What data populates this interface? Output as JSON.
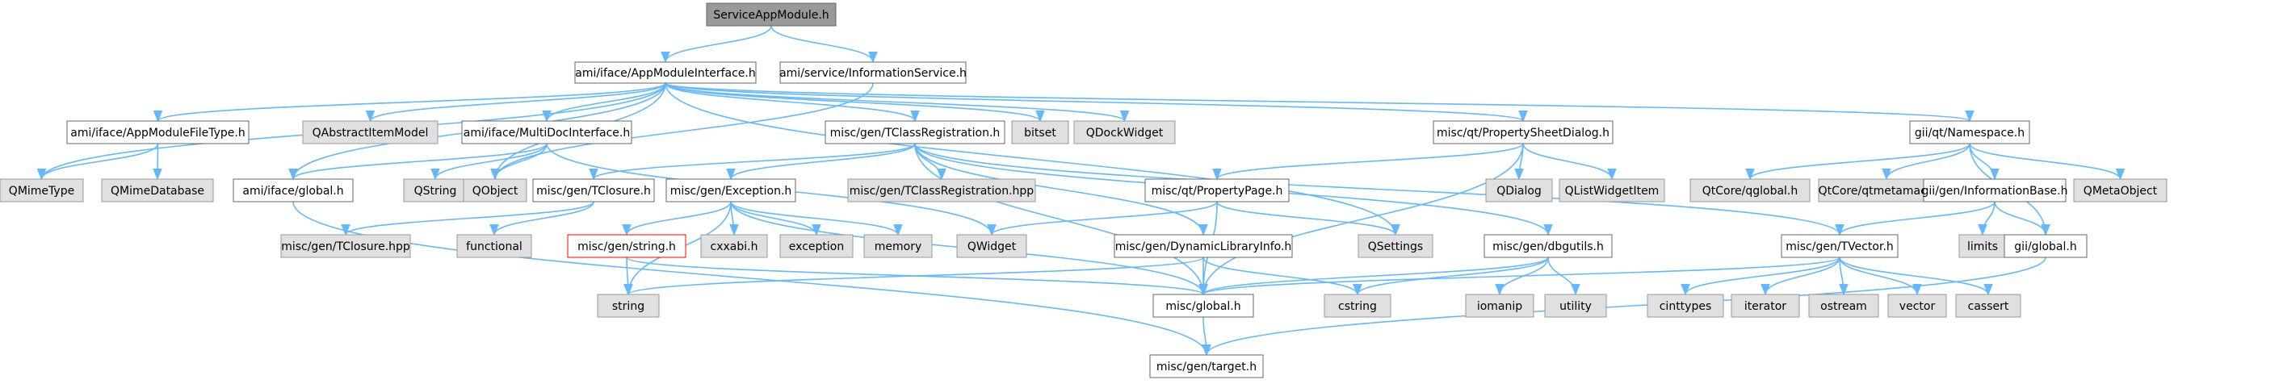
{
  "colors": {
    "edge": "#63b8ff",
    "node_fill": "#ffffff",
    "node_stroke": "#666666",
    "ext_fill": "#e0e0e0",
    "ext_stroke": "#999999",
    "root_fill": "#999999",
    "root_stroke": "#666666",
    "highlight_stroke": "#ff0000"
  },
  "nodes": [
    {
      "id": "n0",
      "label": "ServiceAppModule.h",
      "kind": "root"
    },
    {
      "id": "n1",
      "label": "ami/iface/AppModuleInterface.h",
      "kind": "node"
    },
    {
      "id": "n2",
      "label": "ami/service/InformationService.h",
      "kind": "node"
    },
    {
      "id": "n3",
      "label": "ami/iface/AppModuleFileType.h",
      "kind": "node"
    },
    {
      "id": "n4",
      "label": "QAbstractItemModel",
      "kind": "ext"
    },
    {
      "id": "n5",
      "label": "ami/iface/MultiDocInterface.h",
      "kind": "node"
    },
    {
      "id": "n6",
      "label": "misc/gen/TClassRegistration.h",
      "kind": "node"
    },
    {
      "id": "n7",
      "label": "bitset",
      "kind": "ext"
    },
    {
      "id": "n8",
      "label": "QDockWidget",
      "kind": "ext"
    },
    {
      "id": "n9",
      "label": "misc/qt/PropertySheetDialog.h",
      "kind": "node"
    },
    {
      "id": "n10",
      "label": "gii/qt/Namespace.h",
      "kind": "node"
    },
    {
      "id": "n11",
      "label": "QMimeType",
      "kind": "ext"
    },
    {
      "id": "n12",
      "label": "QMimeDatabase",
      "kind": "ext"
    },
    {
      "id": "n13",
      "label": "ami/iface/global.h",
      "kind": "node"
    },
    {
      "id": "n14",
      "label": "QString",
      "kind": "ext"
    },
    {
      "id": "n15",
      "label": "QObject",
      "kind": "ext"
    },
    {
      "id": "n16",
      "label": "misc/gen/TClosure.h",
      "kind": "node"
    },
    {
      "id": "n17",
      "label": "misc/gen/Exception.h",
      "kind": "node"
    },
    {
      "id": "n18",
      "label": "misc/gen/TClassRegistration.hpp",
      "kind": "ext"
    },
    {
      "id": "n19",
      "label": "misc/qt/PropertyPage.h",
      "kind": "node"
    },
    {
      "id": "n20",
      "label": "QDialog",
      "kind": "ext"
    },
    {
      "id": "n21",
      "label": "QListWidgetItem",
      "kind": "ext"
    },
    {
      "id": "n22",
      "label": "QtCore/qglobal.h",
      "kind": "ext"
    },
    {
      "id": "n23",
      "label": "QtCore/qtmetamacros.h",
      "kind": "ext"
    },
    {
      "id": "n24",
      "label": "gii/gen/InformationBase.h",
      "kind": "node"
    },
    {
      "id": "n25",
      "label": "QMetaObject",
      "kind": "ext"
    },
    {
      "id": "n26",
      "label": "misc/gen/TClosure.hpp",
      "kind": "ext"
    },
    {
      "id": "n27",
      "label": "functional",
      "kind": "ext"
    },
    {
      "id": "n28",
      "label": "misc/gen/string.h",
      "kind": "highlight"
    },
    {
      "id": "n29",
      "label": "cxxabi.h",
      "kind": "ext"
    },
    {
      "id": "n30",
      "label": "exception",
      "kind": "ext"
    },
    {
      "id": "n31",
      "label": "memory",
      "kind": "ext"
    },
    {
      "id": "n32",
      "label": "QWidget",
      "kind": "ext"
    },
    {
      "id": "n33",
      "label": "misc/gen/DynamicLibraryInfo.h",
      "kind": "node"
    },
    {
      "id": "n34",
      "label": "QSettings",
      "kind": "ext"
    },
    {
      "id": "n35",
      "label": "misc/gen/dbgutils.h",
      "kind": "node"
    },
    {
      "id": "n36",
      "label": "misc/gen/TVector.h",
      "kind": "node"
    },
    {
      "id": "n37",
      "label": "limits",
      "kind": "ext"
    },
    {
      "id": "n38",
      "label": "gii/global.h",
      "kind": "node"
    },
    {
      "id": "n39",
      "label": "string",
      "kind": "ext"
    },
    {
      "id": "n40",
      "label": "misc/global.h",
      "kind": "node"
    },
    {
      "id": "n41",
      "label": "cstring",
      "kind": "ext"
    },
    {
      "id": "n42",
      "label": "iomanip",
      "kind": "ext"
    },
    {
      "id": "n43",
      "label": "utility",
      "kind": "ext"
    },
    {
      "id": "n44",
      "label": "cinttypes",
      "kind": "ext"
    },
    {
      "id": "n45",
      "label": "iterator",
      "kind": "ext"
    },
    {
      "id": "n46",
      "label": "ostream",
      "kind": "ext"
    },
    {
      "id": "n47",
      "label": "vector",
      "kind": "ext"
    },
    {
      "id": "n48",
      "label": "cassert",
      "kind": "ext"
    },
    {
      "id": "n49",
      "label": "misc/gen/target.h",
      "kind": "node"
    }
  ],
  "edges": [
    [
      "n0",
      "n1"
    ],
    [
      "n0",
      "n2"
    ],
    [
      "n1",
      "n3"
    ],
    [
      "n1",
      "n4"
    ],
    [
      "n1",
      "n5"
    ],
    [
      "n1",
      "n6"
    ],
    [
      "n1",
      "n7"
    ],
    [
      "n1",
      "n8"
    ],
    [
      "n1",
      "n9"
    ],
    [
      "n1",
      "n10"
    ],
    [
      "n1",
      "n11"
    ],
    [
      "n1",
      "n13"
    ],
    [
      "n1",
      "n15"
    ],
    [
      "n1",
      "n34"
    ],
    [
      "n2",
      "n15"
    ],
    [
      "n3",
      "n11"
    ],
    [
      "n3",
      "n12"
    ],
    [
      "n5",
      "n13"
    ],
    [
      "n5",
      "n14"
    ],
    [
      "n5",
      "n15"
    ],
    [
      "n5",
      "n32"
    ],
    [
      "n6",
      "n16"
    ],
    [
      "n6",
      "n17"
    ],
    [
      "n6",
      "n18"
    ],
    [
      "n6",
      "n33"
    ],
    [
      "n6",
      "n35"
    ],
    [
      "n6",
      "n36"
    ],
    [
      "n6",
      "n40"
    ],
    [
      "n9",
      "n19"
    ],
    [
      "n9",
      "n20"
    ],
    [
      "n9",
      "n21"
    ],
    [
      "n9",
      "n40"
    ],
    [
      "n10",
      "n22"
    ],
    [
      "n10",
      "n23"
    ],
    [
      "n10",
      "n24"
    ],
    [
      "n10",
      "n25"
    ],
    [
      "n10",
      "n38"
    ],
    [
      "n13",
      "n49"
    ],
    [
      "n16",
      "n26"
    ],
    [
      "n16",
      "n27"
    ],
    [
      "n17",
      "n28"
    ],
    [
      "n17",
      "n29"
    ],
    [
      "n17",
      "n30"
    ],
    [
      "n17",
      "n31"
    ],
    [
      "n17",
      "n39"
    ],
    [
      "n17",
      "n40"
    ],
    [
      "n19",
      "n32"
    ],
    [
      "n19",
      "n34"
    ],
    [
      "n19",
      "n40"
    ],
    [
      "n24",
      "n36"
    ],
    [
      "n24",
      "n37"
    ],
    [
      "n24",
      "n38"
    ],
    [
      "n28",
      "n39"
    ],
    [
      "n28",
      "n40"
    ],
    [
      "n33",
      "n39"
    ],
    [
      "n33",
      "n40"
    ],
    [
      "n33",
      "n41"
    ],
    [
      "n35",
      "n40"
    ],
    [
      "n35",
      "n41"
    ],
    [
      "n35",
      "n42"
    ],
    [
      "n35",
      "n43"
    ],
    [
      "n36",
      "n40"
    ],
    [
      "n36",
      "n44"
    ],
    [
      "n36",
      "n45"
    ],
    [
      "n36",
      "n46"
    ],
    [
      "n36",
      "n47"
    ],
    [
      "n36",
      "n48"
    ],
    [
      "n38",
      "n49"
    ],
    [
      "n40",
      "n49"
    ]
  ]
}
